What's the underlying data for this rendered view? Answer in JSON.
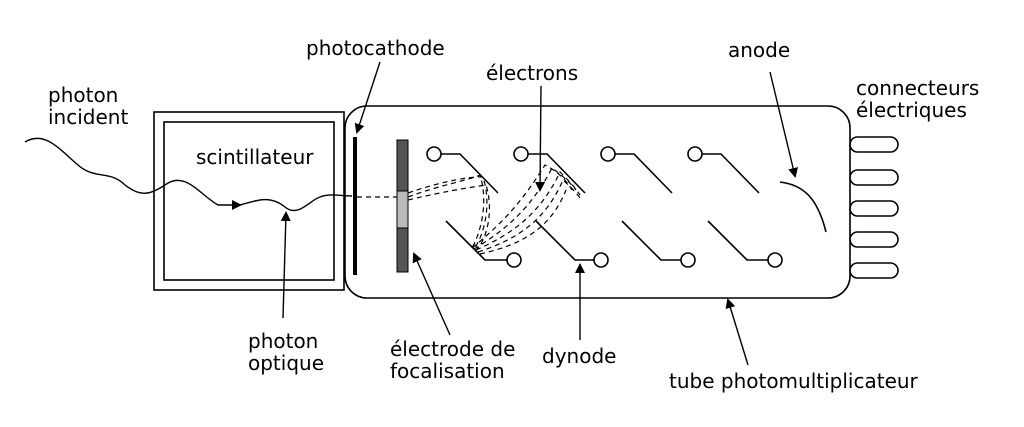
{
  "labels": {
    "photon_incident": [
      "photon",
      "incident"
    ],
    "scintillateur": "scintillateur",
    "photocathode": "photocathode",
    "electrons": "électrons",
    "anode": "anode",
    "connecteurs": [
      "connecteurs",
      "électriques"
    ],
    "photon_optique": [
      "photon",
      "optique"
    ],
    "electrode": [
      "électrode de",
      "focalisation"
    ],
    "dynode": "dynode",
    "tube": "tube photomultiplicateur"
  },
  "colors": {
    "stroke": "#000000",
    "electrode_dark": "#555555",
    "electrode_light": "#bbbbbb"
  }
}
